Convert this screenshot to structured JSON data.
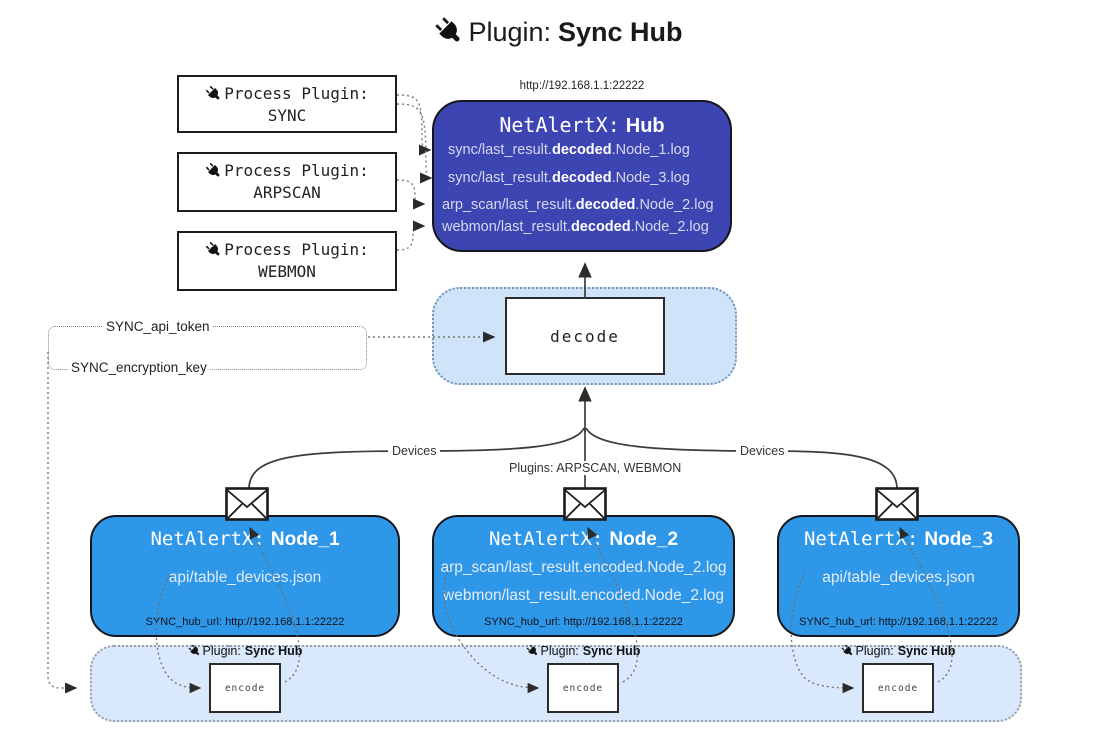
{
  "title": {
    "prefix": "Plugin:",
    "name": "Sync Hub"
  },
  "icons": {
    "plug": "🔌",
    "envelope": "✉"
  },
  "colors": {
    "hub_bg": "#3d45b3",
    "node_bg": "#2e97e8",
    "decode_band_bg": "#cfe3f9",
    "encode_band_bg": "#d9e8fb",
    "line": "#3c3c3c"
  },
  "hub": {
    "url": "http://192.168.1.1:22222",
    "title_prefix": "NetAlertX:",
    "title_name": "Hub",
    "logs": [
      {
        "pre": "sync/last_result.",
        "mid": "decoded",
        "post": ".Node_1.log"
      },
      {
        "pre": "sync/last_result.",
        "mid": "decoded",
        "post": ".Node_3.log"
      },
      {
        "pre": "arp_scan/last_result.",
        "mid": "decoded",
        "post": ".Node_2.log"
      },
      {
        "pre": "webmon/last_result.",
        "mid": "decoded",
        "post": ".Node_2.log"
      }
    ]
  },
  "process_plugins": [
    {
      "label": "Process Plugin:",
      "name": "SYNC"
    },
    {
      "label": "Process Plugin:",
      "name": "ARPSCAN"
    },
    {
      "label": "Process Plugin:",
      "name": "WEBMON"
    }
  ],
  "decode": {
    "label": "decode"
  },
  "tokens": {
    "api": "SYNC_api_token",
    "key": "SYNC_encryption_key"
  },
  "edges": {
    "devices_left": "Devices",
    "devices_right": "Devices",
    "plugins_mid": "Plugins: ARPSCAN, WEBMON"
  },
  "nodes": [
    {
      "title_prefix": "NetAlertX:",
      "title_name": "Node_1",
      "files": [
        "api/table_devices.json"
      ],
      "hub_url": "SYNC_hub_url: http://192.168.1.1:22222"
    },
    {
      "title_prefix": "NetAlertX:",
      "title_name": "Node_2",
      "files": [
        "arp_scan/last_result.encoded.Node_2.log",
        "webmon/last_result.encoded.Node_2.log"
      ],
      "hub_url": "SYNC_hub_url: http://192.168.1.1:22222"
    },
    {
      "title_prefix": "NetAlertX:",
      "title_name": "Node_3",
      "files": [
        "api/table_devices.json"
      ],
      "hub_url": "SYNC_hub_url: http://192.168.1.1:22222"
    }
  ],
  "encoders": [
    {
      "label_prefix": "Plugin:",
      "label_name": "Sync Hub",
      "box": "encode"
    },
    {
      "label_prefix": "Plugin:",
      "label_name": "Sync Hub",
      "box": "encode"
    },
    {
      "label_prefix": "Plugin:",
      "label_name": "Sync Hub",
      "box": "encode"
    }
  ]
}
